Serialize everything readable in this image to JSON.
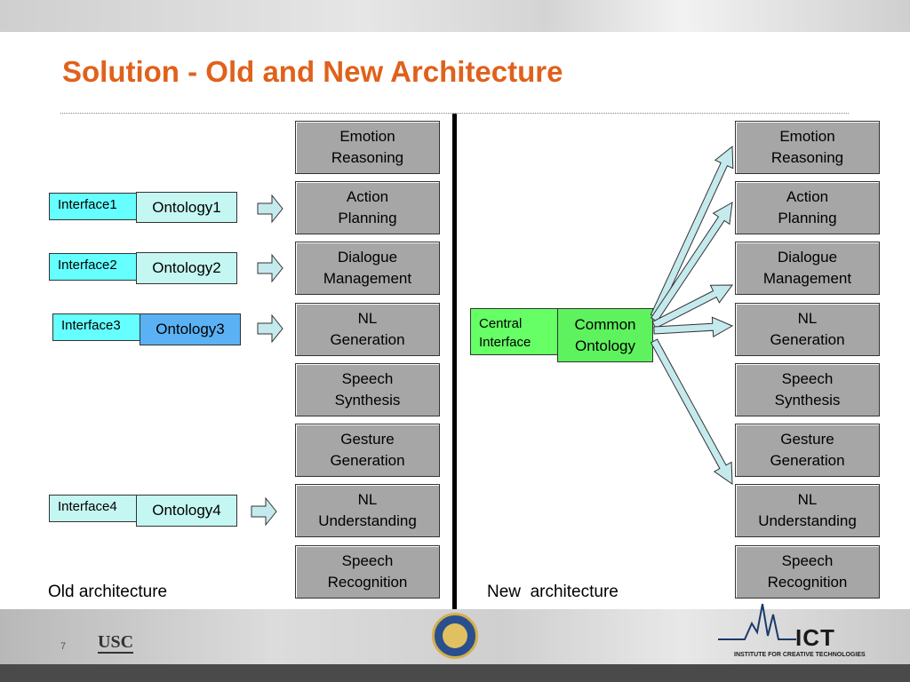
{
  "slide": {
    "title": "Solution - Old and New Architecture",
    "page_number": "7"
  },
  "modules": [
    "Emotion\nReasoning",
    "Action\nPlanning",
    "Dialogue\nManagement",
    "NL\nGeneration",
    "Speech\nSynthesis",
    "Gesture\nGeneration",
    "NL\nUnderstanding",
    "Speech\nRecognition"
  ],
  "old_architecture": {
    "caption": "Old architecture",
    "pairs": [
      {
        "interface": "Interface1",
        "ontology": "Ontology1"
      },
      {
        "interface": "Interface2",
        "ontology": "Ontology2"
      },
      {
        "interface": "Interface3",
        "ontology": "Ontology3"
      },
      {
        "interface": "Interface4",
        "ontology": "Ontology4"
      }
    ]
  },
  "new_architecture": {
    "caption": "New  architecture",
    "central_interface": "Central\nInterface",
    "common_ontology": "Common\nOntology"
  },
  "logos": {
    "usc": "USC",
    "ict": "ICT",
    "ict_subtitle": "INSTITUTE FOR CREATIVE TECHNOLOGIES"
  },
  "colors": {
    "title": "#e0611b",
    "module_box": "#a6a6a6",
    "interface_cyan": "#66ffff",
    "ontology_light": "#c5f7f2",
    "ontology_blue": "#5ab2f5",
    "common_ontology_green": "#5ff25f",
    "arrow_fill": "#c5eaee"
  }
}
